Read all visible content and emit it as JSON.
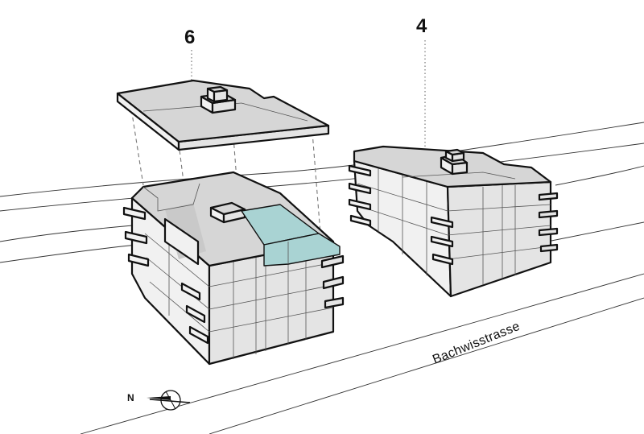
{
  "labels": {
    "building_left": "6",
    "building_right": "4",
    "street": "Bachwisstrasse",
    "north": "N"
  },
  "colors": {
    "highlight": "#a9d3d3",
    "roof": "#d6d6d6",
    "wall_light": "#f1f1f1",
    "wall_mid": "#e4e4e4",
    "outline": "#111111"
  },
  "icons": {
    "north_arrow": "north-arrow-icon"
  }
}
